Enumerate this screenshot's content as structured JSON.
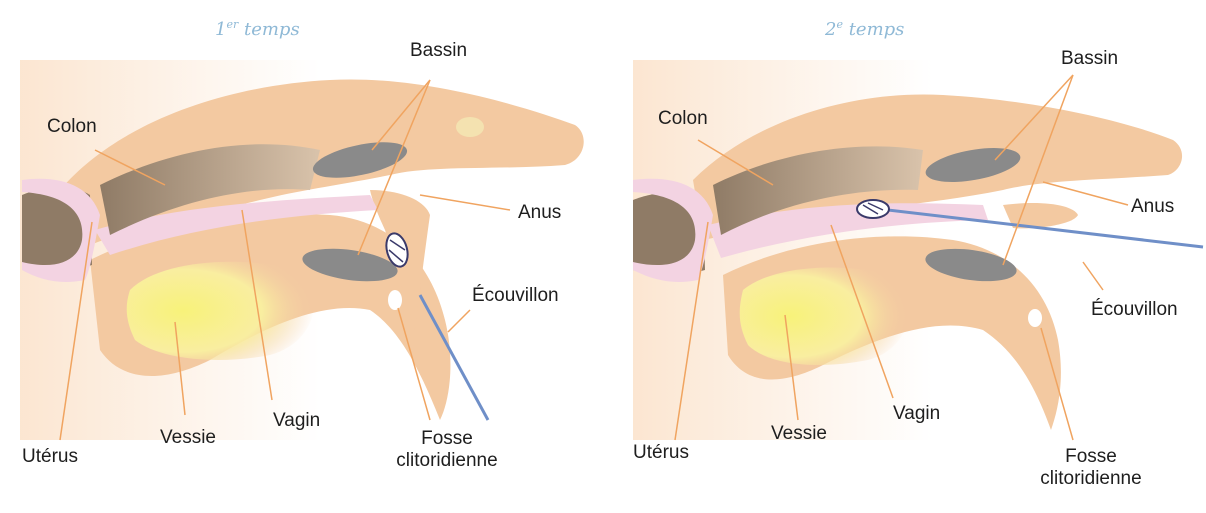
{
  "panels": [
    {
      "step_number": "1",
      "step_suffix": "er",
      "step_word": "temps",
      "labels": {
        "bassin": "Bassin",
        "colon": "Colon",
        "anus": "Anus",
        "ecouvillon": "Écouvillon",
        "uterus": "Utérus",
        "vessie": "Vessie",
        "vagin": "Vagin",
        "fosse_line1": "Fosse",
        "fosse_line2": "clitoridienne"
      }
    },
    {
      "step_number": "2",
      "step_suffix": "e",
      "step_word": "temps",
      "labels": {
        "bassin": "Bassin",
        "colon": "Colon",
        "anus": "Anus",
        "ecouvillon": "Écouvillon",
        "uterus": "Utérus",
        "vessie": "Vessie",
        "vagin": "Vagin",
        "fosse_line1": "Fosse",
        "fosse_line2": "clitoridienne"
      }
    }
  ],
  "colors": {
    "tissue": "#f3c9a1",
    "tissue_light": "#fbe3cc",
    "colon": "#a98f78",
    "uterus": "#8f7b66",
    "mucosa": "#f3d3e2",
    "bladder": "#f6ee7a",
    "bone": "#8a8a8a",
    "arrow": "#f0a460",
    "swab": "#6f8fc8",
    "step_title": "#8fb9d6"
  }
}
